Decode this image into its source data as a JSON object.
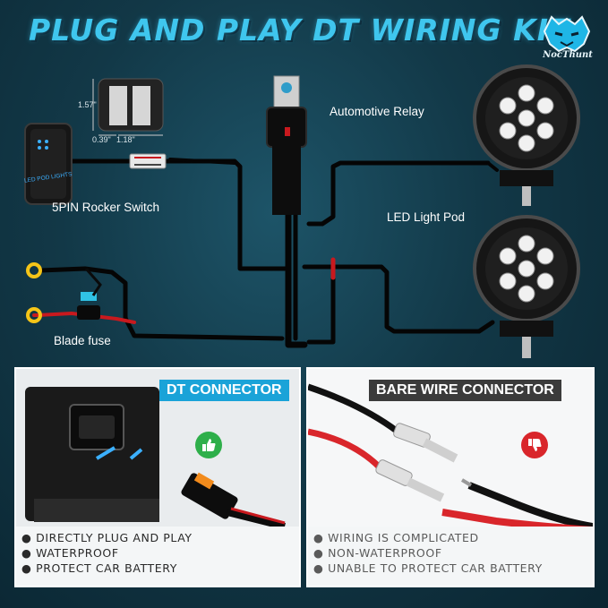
{
  "title": "PLUG AND PLAY DT WIRING KIT",
  "brand": {
    "name": "NocThunt"
  },
  "labels": {
    "relay": "Automotive Relay",
    "switch": "5PIN Rocker Switch",
    "pod": "LED Light Pod",
    "fuse": "Blade fuse",
    "switch_text": "LED POD LIGHTS"
  },
  "dimensions": {
    "height": "1.57\"",
    "width": "0.39\"",
    "depth": "1.18\""
  },
  "dt_panel": {
    "title": "DT CONNECTOR",
    "icon": "thumbs-up-icon",
    "bullets": [
      "DIRECTLY PLUG AND PLAY",
      "WATERPROOF",
      "PROTECT CAR BATTERY"
    ]
  },
  "bare_panel": {
    "title": "BARE WIRE CONNECTOR",
    "icon": "thumbs-down-icon",
    "bullets": [
      "WIRING IS COMPLICATED",
      "NON-WATERPROOF",
      "UNABLE TO PROTECT CAR BATTERY"
    ]
  },
  "colors": {
    "accent": "#3fc6ee",
    "good": "#2eaf4a",
    "bad": "#d9262b",
    "background": "#123847"
  }
}
